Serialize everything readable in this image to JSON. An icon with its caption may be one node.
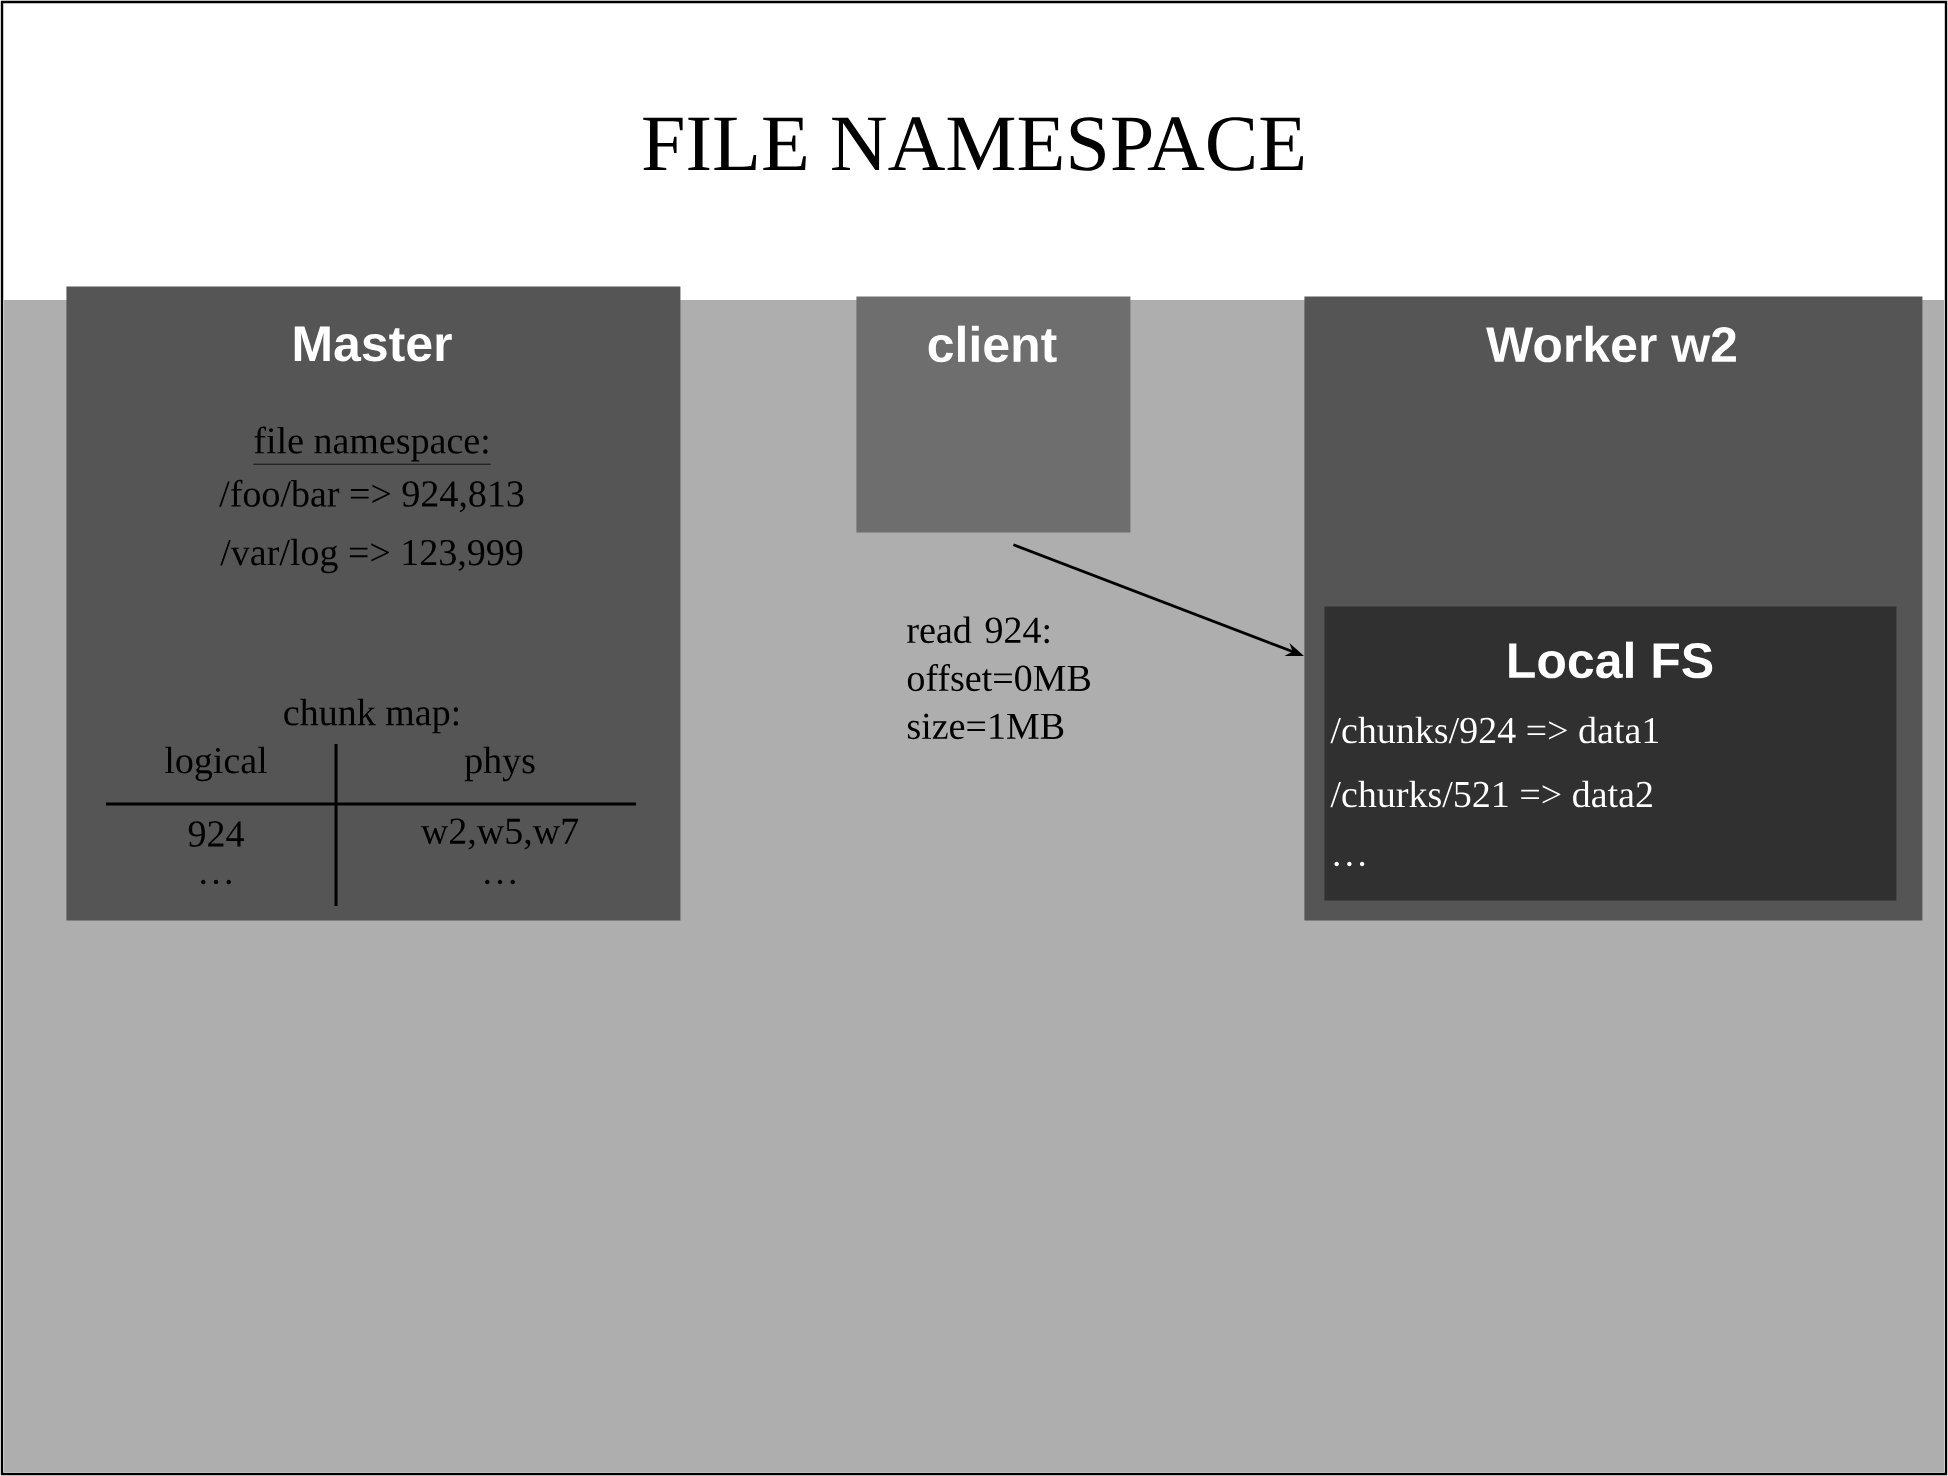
{
  "diagram": {
    "title": "FILE NAMESPACE",
    "nodes": [
      {
        "text": [
          "Master",
          "file namespace:",
          "/foo/bar => 924,813",
          "/var/log => 123,999",
          "chunk map:"
        ]
      },
      {
        "text": [
          "client"
        ]
      },
      {
        "text": [
          "Worker w2"
        ]
      },
      {
        "text": [
          "Local FS",
          "/chunks/924 => data1",
          "/churks/521 => data2",
          "…"
        ],
        "in": 2
      }
    ],
    "edges": [
      {
        "from": 1,
        "to": 3,
        "arrow": "to",
        "label": "read 924: offset=0MB size=1MB"
      }
    ],
    "labels": [
      "logical",
      "phys",
      "924",
      "w2,w5,w7",
      "…",
      "…"
    ]
  }
}
